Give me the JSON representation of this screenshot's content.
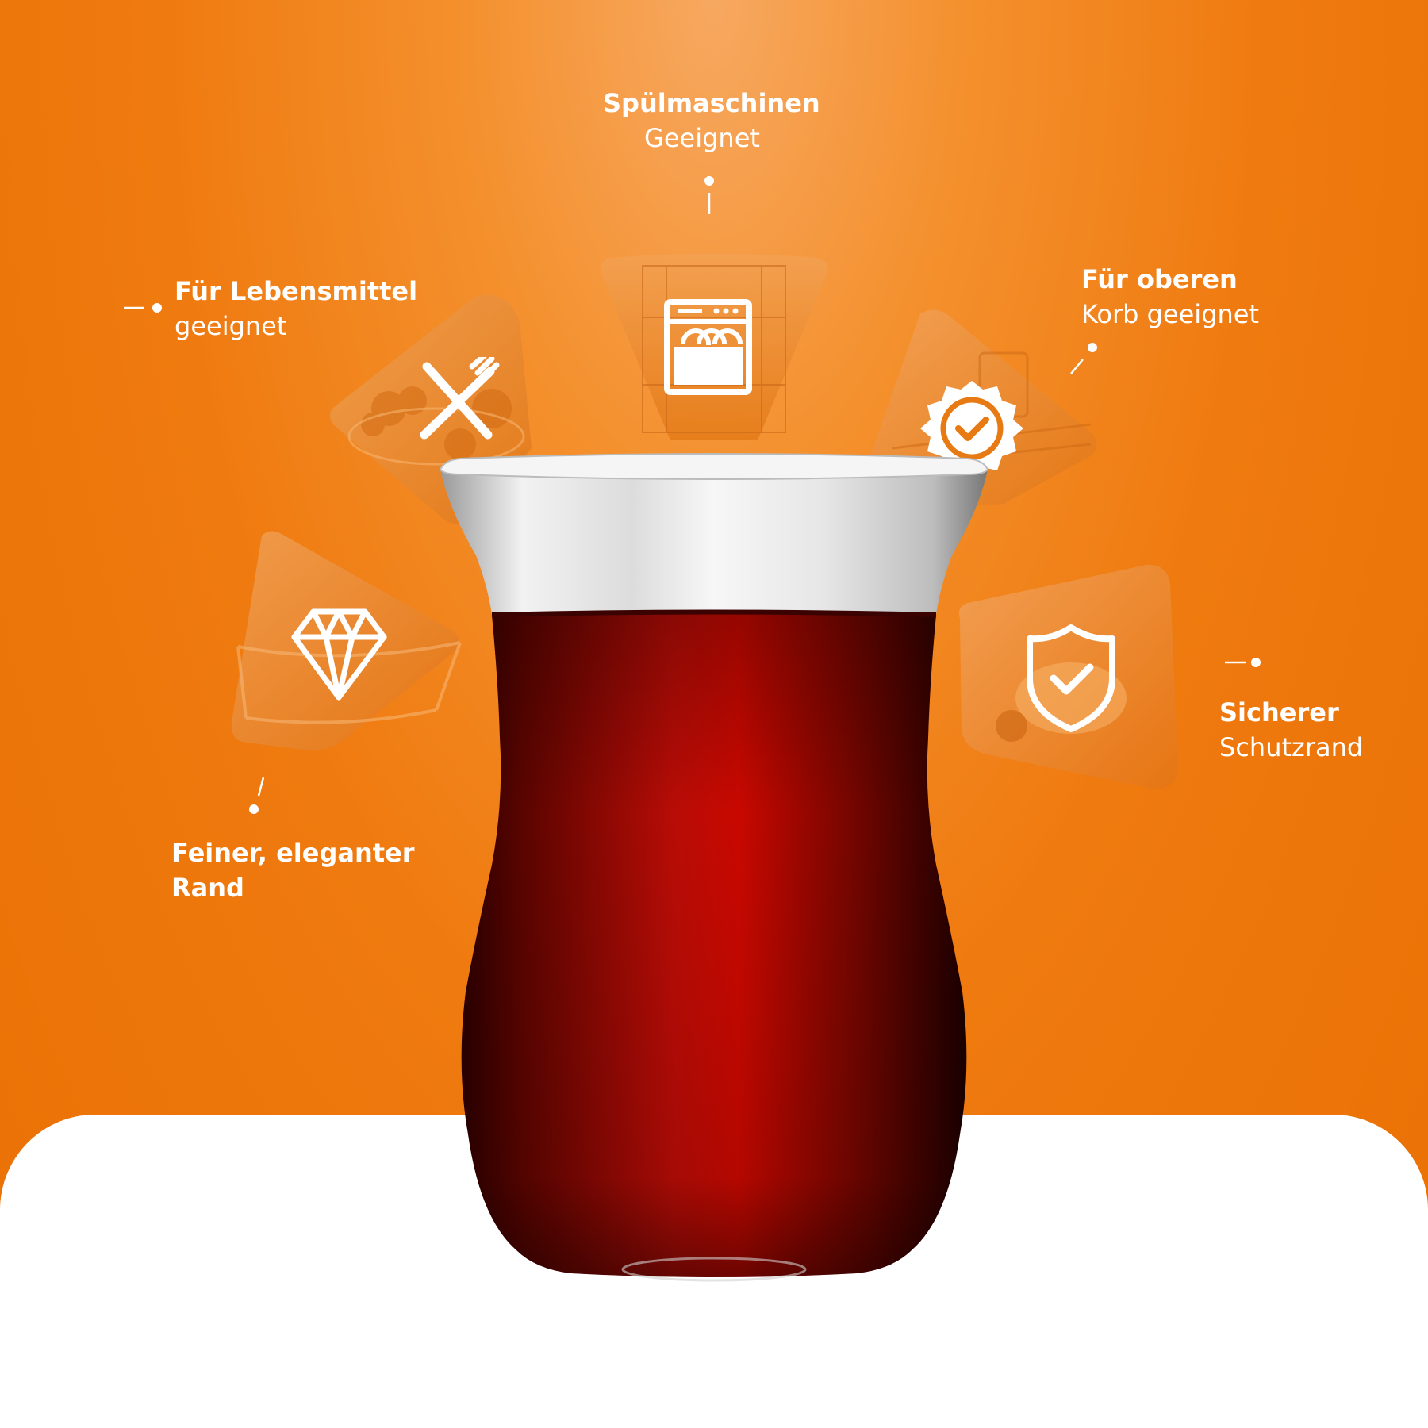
{
  "features": {
    "dishwasher": {
      "line1": "Spülmaschinen",
      "line2": "Geeignet",
      "icon": "dishwasher-icon"
    },
    "food": {
      "line1": "Für Lebensmittel",
      "line2": "geeignet",
      "icon": "cutlery-icon"
    },
    "top_rack": {
      "line1": "Für oberen",
      "line2": "Korb geeignet",
      "icon": "badge-check-icon"
    },
    "rim": {
      "line1": "Feiner, eleganter",
      "line2": "Rand",
      "icon": "diamond-icon"
    },
    "safe": {
      "line1": "Sicherer",
      "line2": "Schutzrand",
      "icon": "shield-check-icon"
    }
  },
  "colors": {
    "orange": "#ef7a0f",
    "tea": "#9a0a00",
    "white": "#ffffff"
  }
}
